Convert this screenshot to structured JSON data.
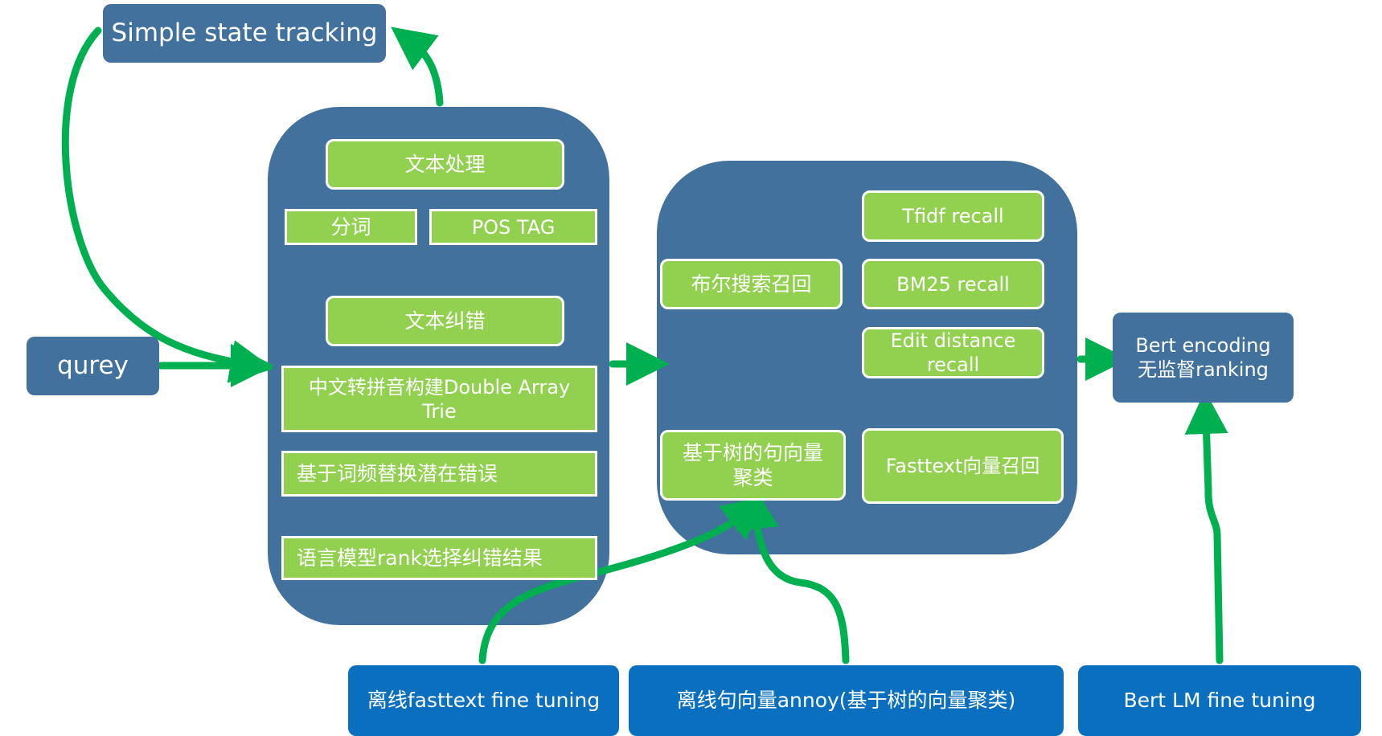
{
  "nodes": {
    "simple_state_tracking": "Simple state tracking",
    "qurey": "qurey",
    "text_processing": "文本处理",
    "segmentation": "分词",
    "pos_tag": "POS TAG",
    "text_correction": "文本纠错",
    "pinyin_trie": "中文转拼音构建Double Array Trie",
    "freq_replace": "基于词频替换潜在错误",
    "lm_rank": "语言模型rank选择纠错结果",
    "bool_search": "布尔搜索召回",
    "tfidf_recall": "Tfidf recall",
    "bm25_recall": "BM25 recall",
    "edit_distance_recall": "Edit distance recall",
    "tree_vector_cluster": "基于树的句向量聚类",
    "fasttext_vector_recall": "Fasttext向量召回",
    "bert_encoding": "Bert encoding 无监督ranking",
    "offline_fasttext": "离线fasttext fine tuning",
    "offline_annoy": "离线句向量annoy(基于树的向量聚类)",
    "bert_lm": "Bert LM fine tuning"
  },
  "colors": {
    "container": "#41719c",
    "node_blue": "#41719c",
    "node_dark_blue": "#0b6fbf",
    "node_green": "#92d050",
    "arrow": "#00b050"
  }
}
